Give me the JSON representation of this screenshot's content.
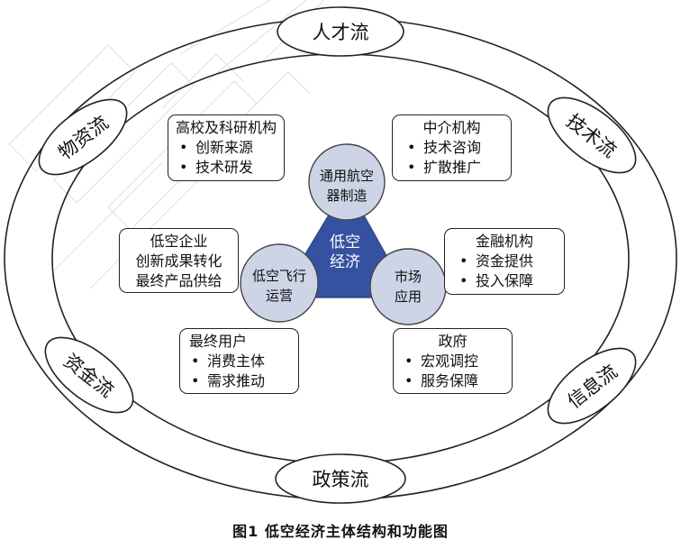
{
  "flows": {
    "talent": "人才流",
    "technology": "技术流",
    "material": "物资流",
    "capital": "资金流",
    "information": "信息流",
    "policy": "政策流"
  },
  "core": {
    "center": [
      "低空",
      "经济"
    ],
    "manufacturing": [
      "通用航空",
      "器制造"
    ],
    "operation": [
      "低空飞行",
      "运营"
    ],
    "market": [
      "市场",
      "应用"
    ]
  },
  "boxes": {
    "universities": {
      "title": "高校及科研机构",
      "items": [
        "创新来源",
        "技术研发"
      ]
    },
    "intermediary": {
      "title": "中介机构",
      "items": [
        "技术咨询",
        "扩散推广"
      ]
    },
    "enterprise": {
      "lines": [
        "低空企业",
        "创新成果转化",
        "最终产品供给"
      ]
    },
    "finance": {
      "title": "金融机构",
      "items": [
        "资金提供",
        "投入保障"
      ]
    },
    "end_users": {
      "title": "最终用户",
      "items": [
        "消费主体",
        "需求推动"
      ]
    },
    "government": {
      "title": "政府",
      "items": [
        "宏观调控",
        "服务保障"
      ]
    }
  },
  "caption": "图1   低空经济主体结构和功能图",
  "colors": {
    "circle_fill": "#ccd4e6",
    "triangle_fill": "#3552a1",
    "center_text": "#ffffff",
    "watermark": "#d7ecd3"
  }
}
